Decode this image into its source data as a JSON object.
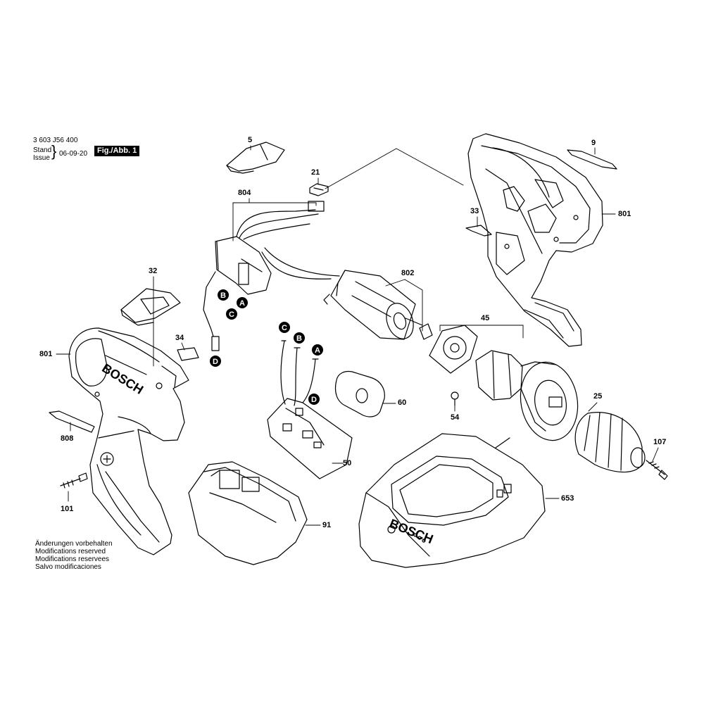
{
  "header": {
    "doc_number": "3 603 J56 400",
    "stand_label": "Stand",
    "issue_label": "Issue",
    "date": "06-09-20",
    "figure": "Fig./Abb. 1"
  },
  "footer_notes": [
    "Änderungen vorbehalten",
    "Modifications reserved",
    "Modifications reservees",
    "Salvo modificaciones"
  ],
  "part_numbers": {
    "p5": "5",
    "p9": "9",
    "p21": "21",
    "p804": "804",
    "p801_right": "801",
    "p33": "33",
    "p32": "32",
    "p802": "802",
    "p45": "45",
    "p34": "34",
    "p801_left": "801",
    "p25": "25",
    "p60": "60",
    "p54": "54",
    "p808": "808",
    "p107": "107",
    "p50": "50",
    "p101": "101",
    "p653": "653",
    "p91": "91"
  },
  "connector_markers": {
    "m1_B": "B",
    "m1_C": "C",
    "m1_A": "A",
    "m1_D": "D",
    "m2_C": "C",
    "m2_B": "B",
    "m2_A": "A",
    "m2_D": "D"
  },
  "brand_text": "BOSCH"
}
